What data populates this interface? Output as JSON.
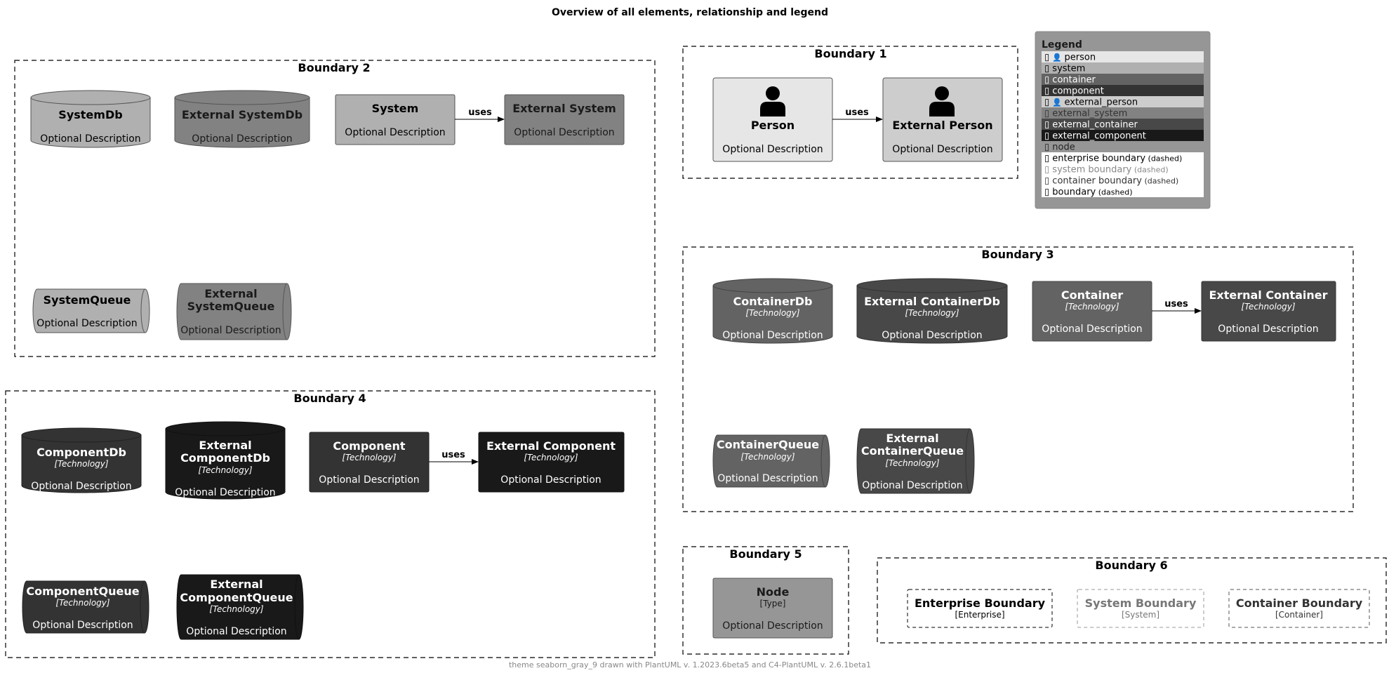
{
  "title": "Overview of all elements, relationship and legend",
  "footer": "theme seaborn_gray_9 drawn with PlantUML v. 1.2023.6beta5 and C4-PlantUML v. 2.6.1beta1",
  "colors": {
    "person": "#e6e6e6",
    "system": "#b0b0b0",
    "container": "#636363",
    "component": "#333333",
    "external_person": "#cdcdcd",
    "external_system": "#828282",
    "external_container": "#484848",
    "external_component": "#191919",
    "node": "#969696",
    "legend_bg": "#969696"
  },
  "common": {
    "description": "Optional Description",
    "technology": "[Technology]",
    "type": "[Type]",
    "uses": "uses"
  },
  "boundaries": {
    "b1": "Boundary 1",
    "b2": "Boundary 2",
    "b3": "Boundary 3",
    "b4": "Boundary 4",
    "b5": "Boundary 5",
    "b6": "Boundary 6"
  },
  "elements": {
    "person": "Person",
    "external_person": "External Person",
    "system_db": "SystemDb",
    "external_system_db": "External SystemDb",
    "system": "System",
    "external_system": "External System",
    "system_queue": "SystemQueue",
    "external_system_queue_l1": "External",
    "external_system_queue_l2": "SystemQueue",
    "container_db": "ContainerDb",
    "external_container_db": "External ContainerDb",
    "container": "Container",
    "external_container": "External Container",
    "container_queue": "ContainerQueue",
    "external_container_queue_l1": "External",
    "external_container_queue_l2": "ContainerQueue",
    "component_db": "ComponentDb",
    "external_component_db_l1": "External",
    "external_component_db_l2": "ComponentDb",
    "component": "Component",
    "external_component": "External Component",
    "component_queue": "ComponentQueue",
    "external_component_queue_l1": "External",
    "external_component_queue_l2": "ComponentQueue",
    "node": "Node",
    "enterprise_boundary": "Enterprise Boundary",
    "enterprise_tag": "[Enterprise]",
    "system_boundary": "System Boundary",
    "system_tag": "[System]",
    "container_boundary": "Container Boundary",
    "container_tag": "[Container]"
  },
  "legend": {
    "title": "Legend",
    "icon_glyph": "▯",
    "dashed": "(dashed)",
    "rows": [
      {
        "label": "person",
        "person_icon": true
      },
      {
        "label": "system"
      },
      {
        "label": "container"
      },
      {
        "label": "component"
      },
      {
        "label": "external_person",
        "person_icon": true
      },
      {
        "label": "external_system"
      },
      {
        "label": "external_container"
      },
      {
        "label": "external_component"
      },
      {
        "label": "node"
      },
      {
        "label": "enterprise boundary"
      },
      {
        "label": "system boundary"
      },
      {
        "label": "container boundary"
      },
      {
        "label": "boundary"
      }
    ]
  }
}
